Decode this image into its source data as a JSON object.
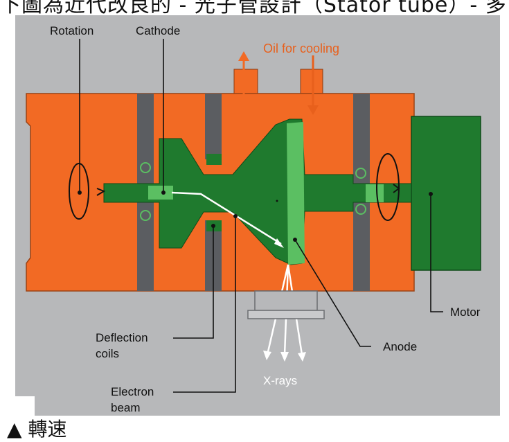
{
  "top_caption": "下圖為近代改良的 - 光子管設計（Stator tube）- 多",
  "bottom_caption": "▲ 轉速",
  "labels": {
    "rotation": "Rotation",
    "cathode": "Cathode",
    "oil": "Oil for cooling",
    "deflection_line1": "Deflection",
    "deflection_line2": "coils",
    "electron_line1": "Electron",
    "electron_line2": "beam",
    "xrays": "X-rays",
    "anode": "Anode",
    "motor": "Motor"
  },
  "colors": {
    "background": "#b7b8ba",
    "housing": "#f26a24",
    "green_dark": "#1f7a2e",
    "green_light": "#5bbf62",
    "gray_bar": "#5b5d61",
    "oil_text": "#e8601c",
    "xray_text": "#ffffff"
  }
}
